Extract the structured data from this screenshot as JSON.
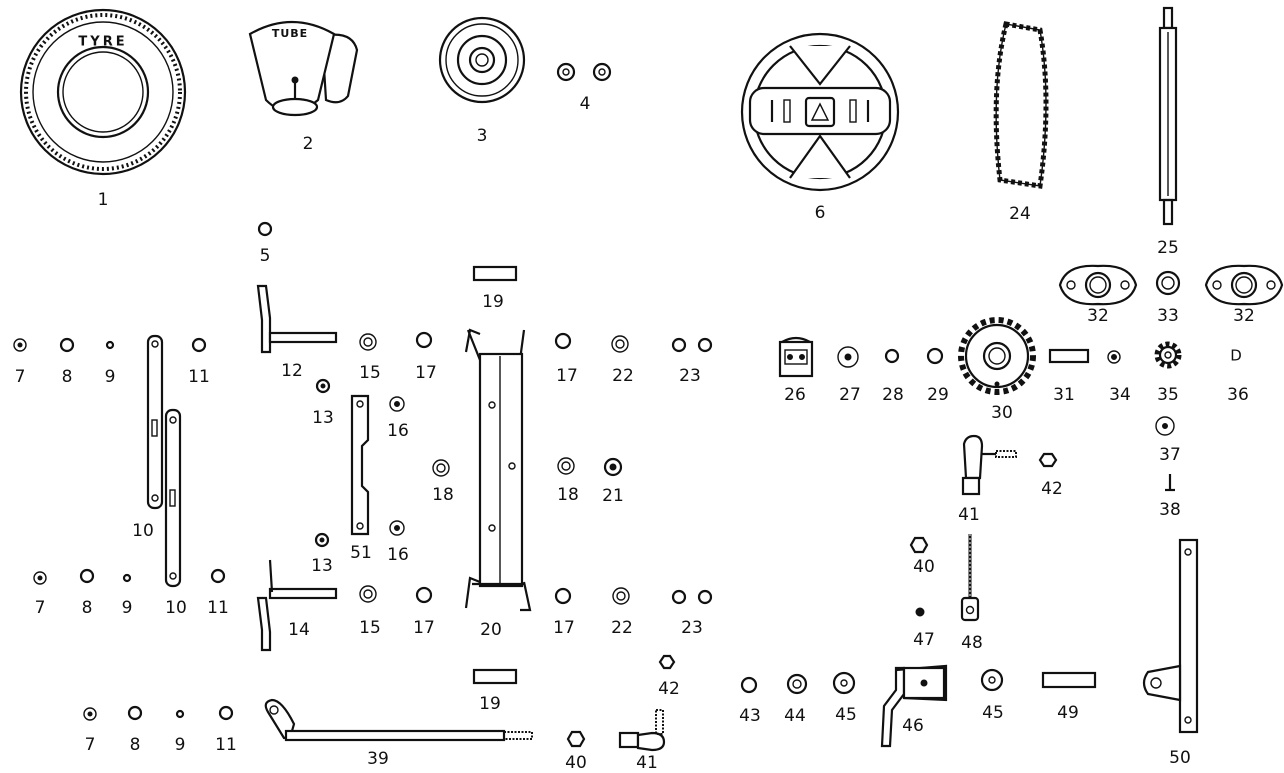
{
  "tyre_text": "TYRE",
  "tube_text": "TUBE",
  "emblem": "triangle-logo",
  "labels": {
    "l1": "1",
    "l2": "2",
    "l3": "3",
    "l4": "4",
    "l5": "5",
    "l6": "6",
    "l7a": "7",
    "l8a": "8",
    "l9a": "9",
    "l10a": "10",
    "l11a": "11",
    "l7b": "7",
    "l8b": "8",
    "l9b": "9",
    "l10b": "10",
    "l11b": "11",
    "l7c": "7",
    "l8c": "8",
    "l9c": "9",
    "l11c": "11",
    "l12": "12",
    "l13a": "13",
    "l13b": "13",
    "l14": "14",
    "l15a": "15",
    "l15b": "15",
    "l16a": "16",
    "l16b": "16",
    "l17a": "17",
    "l17b": "17",
    "l17c": "17",
    "l17d": "17",
    "l18a": "18",
    "l18b": "18",
    "l19a": "19",
    "l19b": "19",
    "l20": "20",
    "l21": "21",
    "l22a": "22",
    "l22b": "22",
    "l23a": "23",
    "l23b": "23",
    "l24": "24",
    "l25": "25",
    "l26": "26",
    "l27": "27",
    "l28": "28",
    "l29": "29",
    "l30": "30",
    "l31": "31",
    "l32a": "32",
    "l32b": "32",
    "l33": "33",
    "l34": "34",
    "l35": "35",
    "l36": "36",
    "l37": "37",
    "l38": "38",
    "l39": "39",
    "l40a": "40",
    "l40b": "40",
    "l41a": "41",
    "l41b": "41",
    "l42a": "42",
    "l42b": "42",
    "l43": "43",
    "l44": "44",
    "l45a": "45",
    "l45b": "45",
    "l46": "46",
    "l47": "47",
    "l48": "48",
    "l49": "49",
    "l50": "50",
    "l51": "51",
    "part36_glyph": "D"
  }
}
